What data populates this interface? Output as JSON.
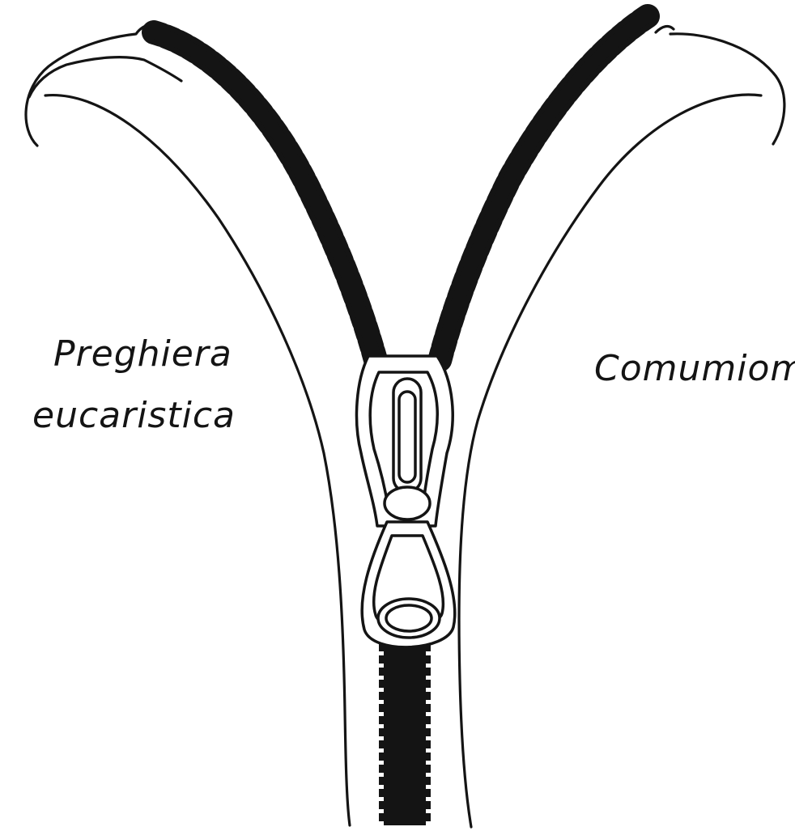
{
  "labels": {
    "left_line1": "Preghiera",
    "left_line2": "eucaristica",
    "right": "Comumiome"
  },
  "colors": {
    "ink": "#141414",
    "paper": "#ffffff"
  },
  "icons": {
    "zipper": "zipper-illustration",
    "slider": "zipper-slider-icon",
    "pull_tab": "zipper-pull-tab-icon"
  }
}
